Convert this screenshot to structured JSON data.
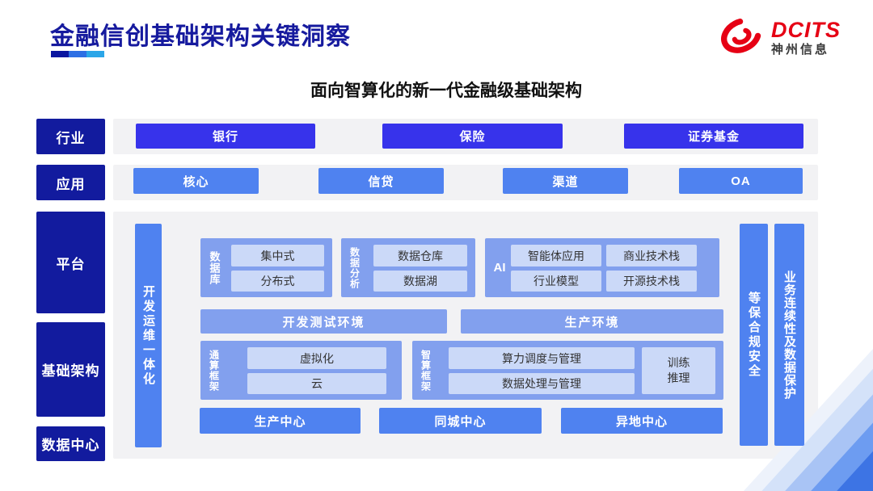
{
  "slide": {
    "title": "金融信创基础架构关键洞察",
    "subtitle": "面向智算化的新一代金融级基础架构"
  },
  "logo": {
    "brand": "DCITS",
    "company": "神州信息"
  },
  "sidebar": {
    "industry": "行业",
    "application": "应用",
    "platform": "平台",
    "infrastructure": "基础架构",
    "datacenter": "数据中心"
  },
  "industry_row": {
    "items": [
      "银行",
      "保险",
      "证券基金"
    ]
  },
  "application_row": {
    "items": [
      "核心",
      "信贷",
      "渠道",
      "OA"
    ]
  },
  "platform_section": {
    "devops_bar": "开发运维一体化",
    "database": {
      "label": "数据库",
      "items": [
        "集中式",
        "分布式"
      ]
    },
    "analytics": {
      "label": "数据分析",
      "items": [
        "数据仓库",
        "数据湖"
      ]
    },
    "ai": {
      "label": "AI",
      "items": [
        "智能体应用",
        "商业技术栈",
        "行业模型",
        "开源技术栈"
      ]
    },
    "environments": [
      "开发测试环境",
      "生产环境"
    ]
  },
  "infrastructure_section": {
    "general_compute": {
      "label": "通算框架",
      "items": [
        "虚拟化",
        "云"
      ]
    },
    "intelligent_compute": {
      "label": "智算框架",
      "items": [
        "算力调度与管理",
        "数据处理与管理"
      ],
      "side_box_lines": [
        "训练",
        "推理"
      ]
    }
  },
  "datacenter_row": {
    "items": [
      "生产中心",
      "同城中心",
      "异地中心"
    ]
  },
  "right_bars": {
    "compliance": "等保合规安全",
    "continuity": "业务连续性及数据保护"
  },
  "colors": {
    "navy": "#121B9E",
    "title_navy": "#161A9E",
    "primary_blue": "#3733EB",
    "cornflower": "#4F82F0",
    "periwinkle": "#82A0EE",
    "light_box": "#CBD9F8",
    "panel_gray": "#F2F2F4",
    "logo_red": "#E60014",
    "underline_segments": [
      "#0A16A0",
      "#2D6FE4",
      "#2BA6E8"
    ]
  }
}
